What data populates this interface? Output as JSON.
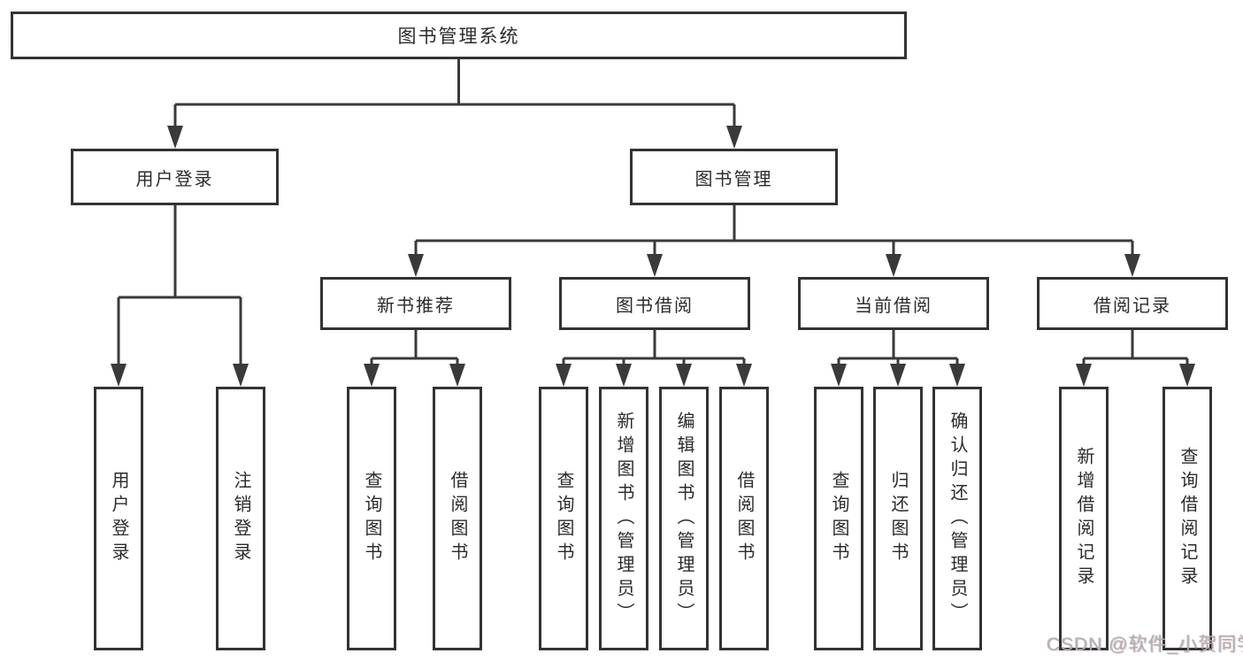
{
  "diagram": {
    "root": {
      "label": "图书管理系统"
    },
    "level2": [
      {
        "label": "用户登录"
      },
      {
        "label": "图书管理"
      }
    ],
    "level3": [
      {
        "label": "新书推荐",
        "parent": "图书管理"
      },
      {
        "label": "图书借阅",
        "parent": "图书管理"
      },
      {
        "label": "当前借阅",
        "parent": "图书管理"
      },
      {
        "label": "借阅记录",
        "parent": "图书管理"
      }
    ],
    "leaves": [
      {
        "label": "用户登录",
        "parent": "用户登录"
      },
      {
        "label": "注销登录",
        "parent": "用户登录"
      },
      {
        "label": "查询图书",
        "parent": "新书推荐"
      },
      {
        "label": "借阅图书",
        "parent": "新书推荐"
      },
      {
        "label": "查询图书",
        "parent": "图书借阅"
      },
      {
        "label": "新增图书（管理员）",
        "parent": "图书借阅"
      },
      {
        "label": "编辑图书（管理员）",
        "parent": "图书借阅"
      },
      {
        "label": "借阅图书",
        "parent": "图书借阅"
      },
      {
        "label": "查询图书",
        "parent": "当前借阅"
      },
      {
        "label": "归还图书",
        "parent": "当前借阅"
      },
      {
        "label": "确认归还（管理员）",
        "parent": "当前借阅"
      },
      {
        "label": "新增借阅记录",
        "parent": "借阅记录"
      },
      {
        "label": "查询借阅记录",
        "parent": "借阅记录"
      }
    ]
  },
  "watermark": {
    "text": "CSDN @软件_小贺同学"
  },
  "colors": {
    "line": "#3a3a3a",
    "box_border": "#333333",
    "text": "#2b2b2b",
    "watermark": "#b0b0b0",
    "background": "#ffffff"
  }
}
